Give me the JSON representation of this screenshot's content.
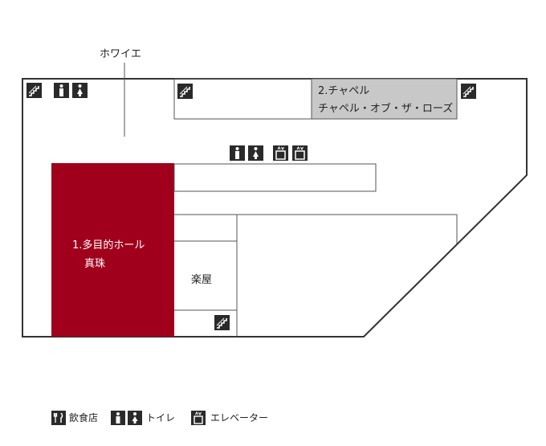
{
  "map": {
    "labels": {
      "foyer": "ホワイエ",
      "chapel_title": "2.チャペル",
      "chapel_name": "チャペル・オブ・ザ・ローズ",
      "hall_title": "1.多目的ホール",
      "hall_name": "真珠",
      "green_room": "楽屋"
    },
    "colors": {
      "hall": "#a0001c",
      "chapel": "#c8c8c8",
      "outline": "#333333",
      "icon": "#2a2a2a"
    }
  },
  "legend": {
    "restaurant": "飲食店",
    "restroom": "トイレ",
    "elevator": "エレベーター"
  },
  "icons": {
    "stairs": "stairs-icon",
    "male": "male-restroom-icon",
    "female": "female-restroom-icon",
    "elevator": "elevator-icon",
    "restaurant": "restaurant-icon"
  }
}
